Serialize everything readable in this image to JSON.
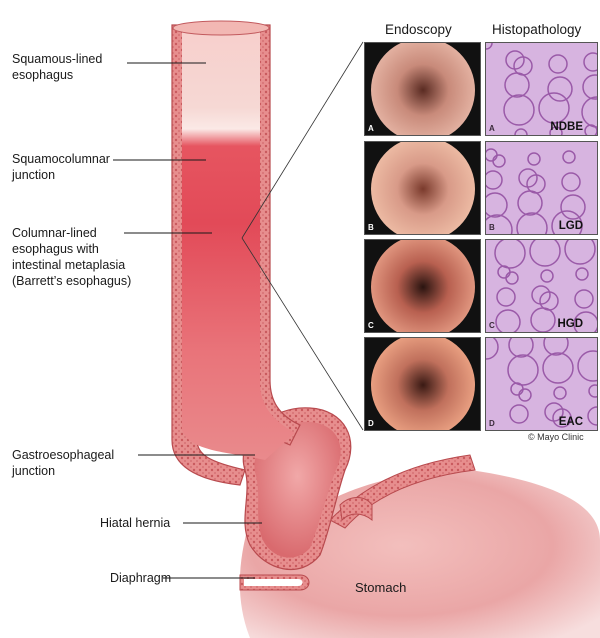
{
  "labels": {
    "squamous_lined": [
      "Squamous-lined",
      "esophagus"
    ],
    "squamocolumnar": [
      "Squamocolumnar",
      "junction"
    ],
    "columnar_lined": [
      "Columnar-lined",
      "esophagus with",
      "intestinal metaplasia",
      "(Barrett’s esophagus)"
    ],
    "gastroesophageal": [
      "Gastroesophageal",
      "junction"
    ],
    "hiatal_hernia": "Hiatal hernia",
    "diaphragm": "Diaphragm",
    "stomach": "Stomach"
  },
  "headers": {
    "endoscopy": "Endoscopy",
    "histopathology": "Histopathology"
  },
  "panels": [
    {
      "letter": "A",
      "grade": "NDBE"
    },
    {
      "letter": "B",
      "grade": "LGD"
    },
    {
      "letter": "C",
      "grade": "HGD"
    },
    {
      "letter": "D",
      "grade": "EAC"
    }
  ],
  "credit": "© Mayo Clinic",
  "colors": {
    "wall": "#e58a8a",
    "wall_dark": "#b83a3a",
    "lumen_pale": "#f6c9c6",
    "lumen_red": "#e04a55",
    "histo_purple": "#c9a0d6"
  }
}
